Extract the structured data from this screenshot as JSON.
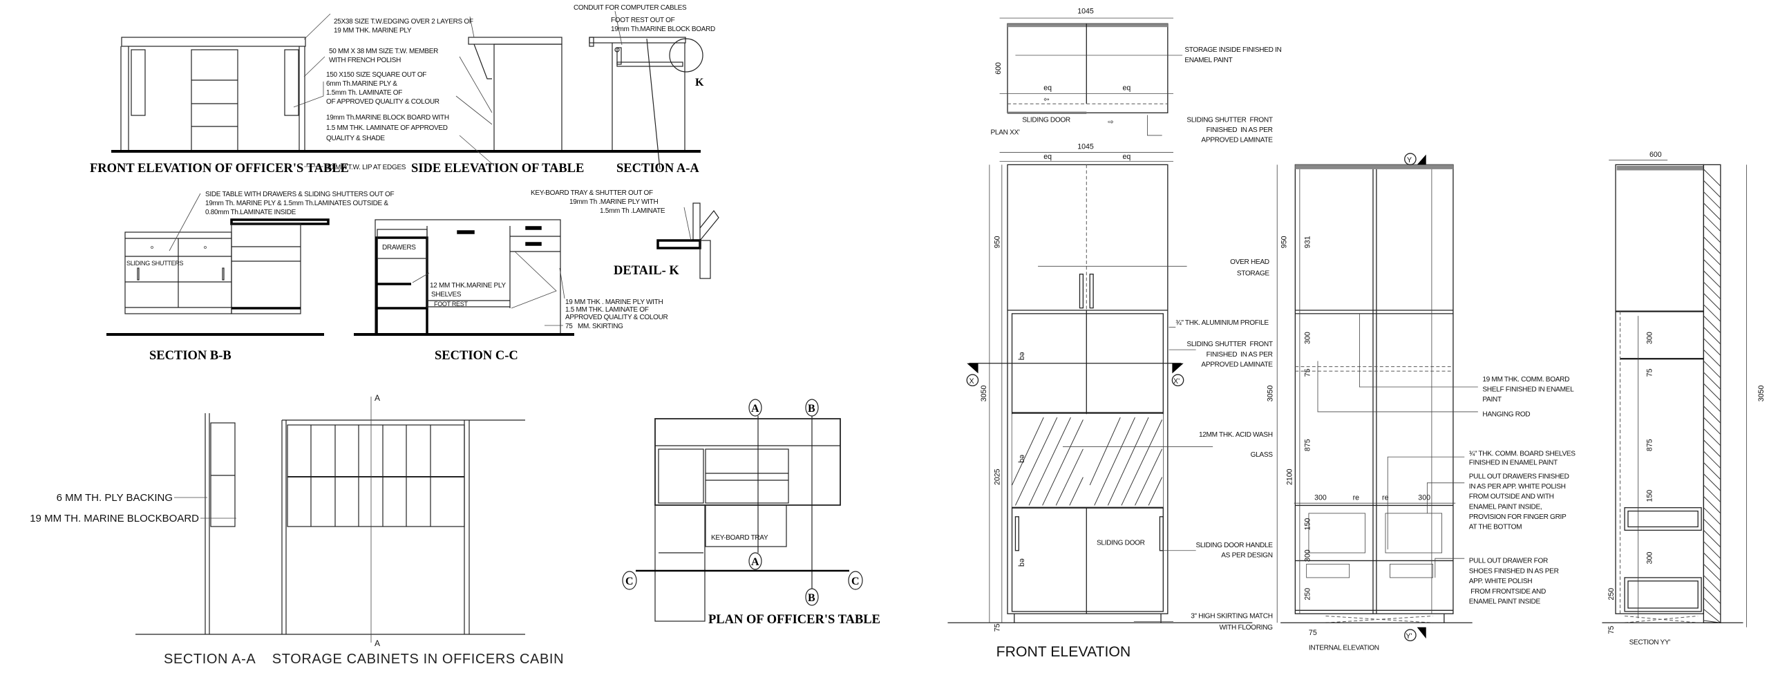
{
  "table_drawings": {
    "front_elevation": {
      "title": "FRONT ELEVATION OF OFFICER'S TABLE",
      "notes": [
        [
          "25X38 SIZE T.W.EDGING OVER 2 LAYERS OF",
          "19 MM THK. MARINE PLY"
        ],
        [
          "50 MM X 38 MM SIZE T.W. MEMBER",
          "WITH FRENCH POLISH"
        ],
        [
          "150 X150 SIZE SQUARE OUT OF",
          "6mm Th.MARINE PLY &",
          "1.5mm Th. LAMINATE OF",
          "OF APPROVED QUALITY & COLOUR"
        ],
        [
          "19mm Th.MARINE BLOCK BOARD WITH",
          "1.5 MM THK. LAMINATE OF APPROVED",
          "QUALITY & SHADE"
        ],
        [
          "10 MM T.W. LIP AT EDGES"
        ]
      ]
    },
    "side_elevation": {
      "title": "SIDE ELEVATION OF TABLE"
    },
    "section_a": {
      "title": "SECTION A-A",
      "notes": [
        [
          "CONDUIT FOR COMPUTER CABLES"
        ],
        [
          "FOOT REST OUT OF",
          "19mm Th.MARINE BLOCK BOARD"
        ]
      ],
      "detail_marker": "K"
    },
    "section_b": {
      "title": "SECTION B-B",
      "notes": [
        [
          "SIDE TABLE WITH DRAWERS & SLIDING SHUTTERS OUT OF",
          "19mm Th. MARINE PLY & 1.5mm Th.LAMINATES OUTSIDE &",
          "0.80mm Th.LAMINATE INSIDE"
        ]
      ],
      "label_shutters": "SLIDING SHUTTERS"
    },
    "section_c": {
      "title": "SECTION C-C",
      "label_drawers": "DRAWERS",
      "label_foot_rest": "FOOT REST",
      "notes": [
        [
          "12 MM THK.MARINE PLY",
          "SHELVES"
        ],
        [
          "19 MM THK . MARINE PLY WITH",
          "1.5 MM THK. LAMINATE OF",
          "APPROVED QUALITY & COLOUR"
        ],
        [
          "75   MM. SKIRTING"
        ]
      ]
    },
    "detail_k": {
      "title": "DETAIL- K",
      "notes": [
        [
          "KEY-BOARD TRAY & SHUTTER OUT OF",
          "19mm Th .MARINE PLY WITH",
          "1.5mm Th .LAMINATE"
        ]
      ]
    },
    "storage_section": {
      "title": "SECTION A-A    STORAGE CABINETS IN OFFICERS CABIN",
      "notes": [
        "6 MM TH. PLY BACKING",
        "19 MM TH. MARINE BLOCKBOARD"
      ],
      "cut_label": "A"
    },
    "plan": {
      "title": "PLAN OF OFFICER'S TABLE",
      "tray_label": "KEY-BOARD TRAY",
      "markers": [
        "A",
        "B",
        "C"
      ]
    }
  },
  "wardrobe_drawings": {
    "plan_xx": {
      "title": "PLAN XX'",
      "dims": {
        "width": "1045",
        "depth": "600",
        "eq": "eq"
      },
      "sliding_door": "SLIDING DOOR",
      "notes": [
        [
          "STORAGE INSIDE FINISHED IN",
          "ENAMEL PAINT"
        ],
        [
          "SLIDING SHUTTER  FRONT",
          "FINISHED  IN AS PER",
          "APPROVED LAMINATE"
        ]
      ]
    },
    "front_elevation": {
      "title": "FRONT ELEVATION",
      "dims": {
        "width": "1045",
        "eq": "eq",
        "total": "3050",
        "top": "950",
        "lower": "2025",
        "skirting": "75"
      },
      "markers": {
        "x": "X",
        "x_prime": "X'"
      },
      "sliding_door": "SLIDING DOOR",
      "notes": [
        [
          "OVER HEAD",
          "STORAGE"
        ],
        [
          "¾\" THK. ALUMINIUM PROFILE"
        ],
        [
          "SLIDING SHUTTER  FRONT",
          "FINISHED  IN AS PER",
          "APPROVED LAMINATE"
        ],
        [
          "12MM THK. ACID WASH",
          "GLASS"
        ],
        [
          "SLIDING DOOR HANDLE",
          "AS PER DESIGN"
        ],
        [
          "3\" HIGH SKIRTING MATCH",
          "WITH FLOORING"
        ]
      ]
    },
    "internal_elevation": {
      "title": "INTERNAL ELEVATION",
      "dims": [
        "3050",
        "950",
        "931",
        "300",
        "75",
        "875",
        "2100",
        "300",
        "re",
        "re",
        "300",
        "150",
        "300",
        "250",
        "75"
      ],
      "markers": {
        "y": "Y",
        "y_prime": "Y'"
      },
      "notes": [
        [
          "19 MM THK. COMM. BOARD",
          "SHELF FINISHED IN ENAMEL",
          "PAINT"
        ],
        [
          "HANGING ROD"
        ],
        [
          "¾\" THK. COMM. BOARD SHELVES",
          "FINISHED IN ENAMEL PAINT"
        ],
        [
          "PULL OUT DRAWERS FINISHED",
          "IN AS PER APP. WHITE POLISH",
          "FROM OUTSIDE AND WITH",
          "ENAMEL PAINT INSIDE,",
          "PROVISION FOR FINGER GRIP",
          "AT THE BOTTOM"
        ],
        [
          "PULL OUT DRAWER FOR",
          "SHOES FINISHED IN AS PER",
          "APP. WHITE POLISH",
          " FROM FRONTSIDE AND",
          "ENAMEL PAINT INSIDE"
        ]
      ]
    },
    "section_yy": {
      "title": "SECTION YY'",
      "dims": [
        "600",
        "300",
        "75",
        "875",
        "150",
        "300",
        "250",
        "75",
        "3050"
      ]
    }
  }
}
